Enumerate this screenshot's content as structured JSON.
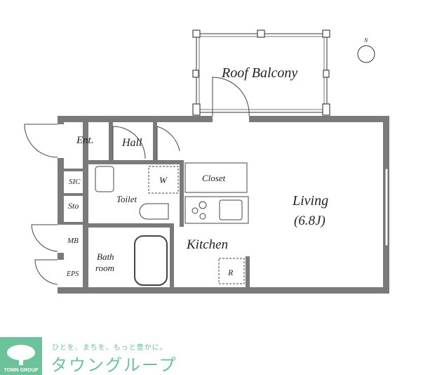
{
  "plan": {
    "rooms": {
      "roof_balcony": "Roof Balcony",
      "entrance": "Ent.",
      "hall": "Hall",
      "sic": "SIC",
      "w": "W",
      "closet": "Closet",
      "toilet": "Toilet",
      "storage": "Sto",
      "living": "Living",
      "living_size": "(6.8J)",
      "mb": "MB",
      "kitchen": "Kitchen",
      "bath_line1": "Bath",
      "bath_line2": "room",
      "eps": "EPS",
      "refrigerator": "R"
    },
    "compass": "N",
    "wall_color": "#7a7a7a"
  },
  "footer": {
    "logo_caption": "TOWN GROUP",
    "tagline": "ひとを、まちを、もっと豊かに。",
    "brand": "タウングループ",
    "brand_color": "#6cc39a"
  }
}
